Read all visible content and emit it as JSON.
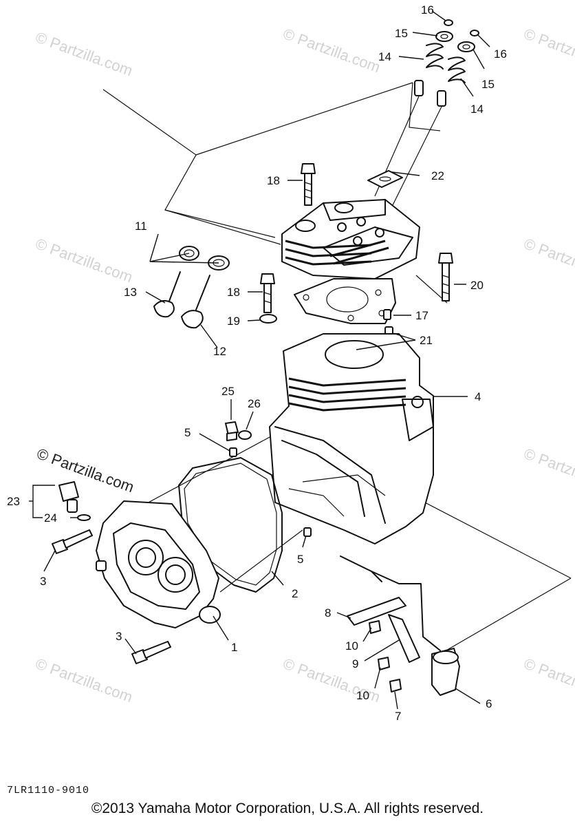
{
  "watermark": {
    "text": "© Partzilla.com"
  },
  "callouts": {
    "c1": "1",
    "c2": "2",
    "c3a": "3",
    "c3b": "3",
    "c4": "4",
    "c5a": "5",
    "c5b": "5",
    "c6": "6",
    "c7": "7",
    "c8": "8",
    "c9": "9",
    "c10a": "10",
    "c10b": "10",
    "c11": "11",
    "c12": "12",
    "c13": "13",
    "c14a": "14",
    "c14b": "14",
    "c15a": "15",
    "c15b": "15",
    "c16a": "16",
    "c16b": "16",
    "c17": "17",
    "c18a": "18",
    "c18b": "18",
    "c19": "19",
    "c20": "20",
    "c21": "21",
    "c22": "22",
    "c23": "23",
    "c24": "24",
    "c25": "25",
    "c26": "26"
  },
  "diagram_code": "7LR1110-9010",
  "copyright": "©2013 Yamaha Motor Corporation, U.S.A. All rights reserved."
}
